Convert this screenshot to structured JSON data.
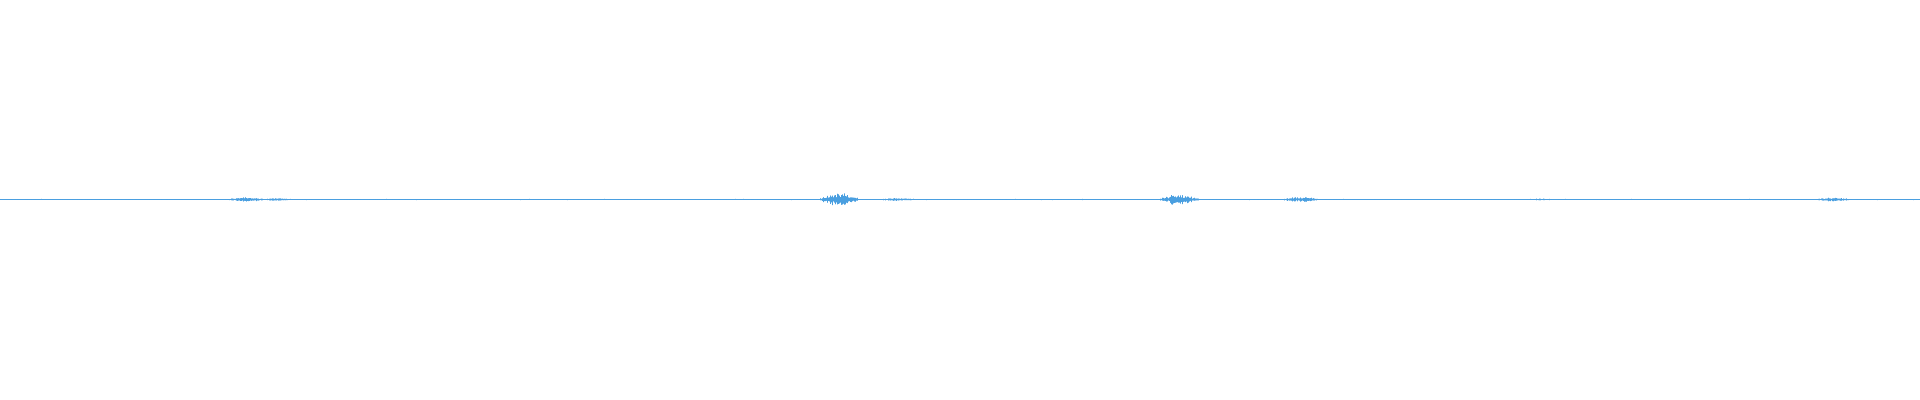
{
  "waveform": {
    "color": "#4a9fe0",
    "background": "#ffffff",
    "type": "audio-waveform",
    "amplitude_bursts": [
      {
        "position": 0.128,
        "level": 0.35
      },
      {
        "position": 0.145,
        "level": 0.2
      },
      {
        "position": 0.437,
        "level": 1.0
      },
      {
        "position": 0.468,
        "level": 0.25
      },
      {
        "position": 0.614,
        "level": 0.85
      },
      {
        "position": 0.677,
        "level": 0.4
      },
      {
        "position": 0.802,
        "level": 0.15
      },
      {
        "position": 0.955,
        "level": 0.3
      }
    ]
  }
}
